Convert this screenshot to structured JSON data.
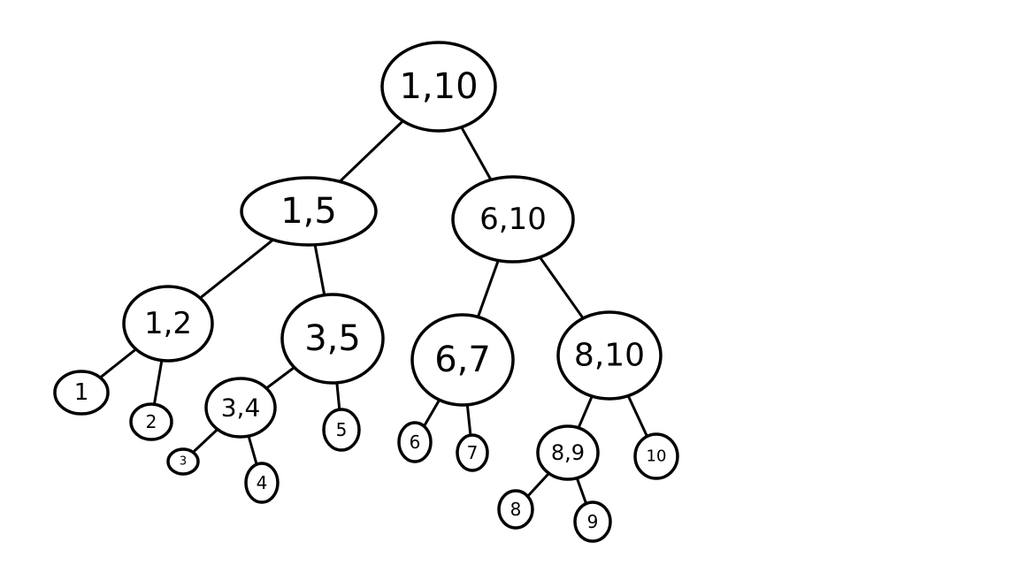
{
  "diagram": {
    "type": "segment-tree",
    "nodes": [
      {
        "id": "n1_10",
        "label": "1,10"
      },
      {
        "id": "n1_5",
        "label": "1,5"
      },
      {
        "id": "n6_10",
        "label": "6,10"
      },
      {
        "id": "n1_2",
        "label": "1,2"
      },
      {
        "id": "n3_5",
        "label": "3,5"
      },
      {
        "id": "n6_7",
        "label": "6,7"
      },
      {
        "id": "n8_10",
        "label": "8,10"
      },
      {
        "id": "n1",
        "label": "1"
      },
      {
        "id": "n2",
        "label": "2"
      },
      {
        "id": "n3_4",
        "label": "3,4"
      },
      {
        "id": "n5",
        "label": "5"
      },
      {
        "id": "n6",
        "label": "6"
      },
      {
        "id": "n7",
        "label": "7"
      },
      {
        "id": "n8_9",
        "label": "8,9"
      },
      {
        "id": "n10",
        "label": "10"
      },
      {
        "id": "n3",
        "label": "3"
      },
      {
        "id": "n4",
        "label": "4"
      },
      {
        "id": "n8",
        "label": "8"
      },
      {
        "id": "n9",
        "label": "9"
      }
    ],
    "edges": [
      {
        "from": "n1_10",
        "to": "n1_5"
      },
      {
        "from": "n1_10",
        "to": "n6_10"
      },
      {
        "from": "n1_5",
        "to": "n1_2"
      },
      {
        "from": "n1_5",
        "to": "n3_5"
      },
      {
        "from": "n6_10",
        "to": "n6_7"
      },
      {
        "from": "n6_10",
        "to": "n8_10"
      },
      {
        "from": "n1_2",
        "to": "n1"
      },
      {
        "from": "n1_2",
        "to": "n2"
      },
      {
        "from": "n3_5",
        "to": "n3_4"
      },
      {
        "from": "n3_5",
        "to": "n5"
      },
      {
        "from": "n3_4",
        "to": "n3"
      },
      {
        "from": "n3_4",
        "to": "n4"
      },
      {
        "from": "n6_7",
        "to": "n6"
      },
      {
        "from": "n6_7",
        "to": "n7"
      },
      {
        "from": "n8_10",
        "to": "n8_9"
      },
      {
        "from": "n8_10",
        "to": "n10"
      },
      {
        "from": "n8_9",
        "to": "n8"
      },
      {
        "from": "n8_9",
        "to": "n9"
      }
    ]
  }
}
